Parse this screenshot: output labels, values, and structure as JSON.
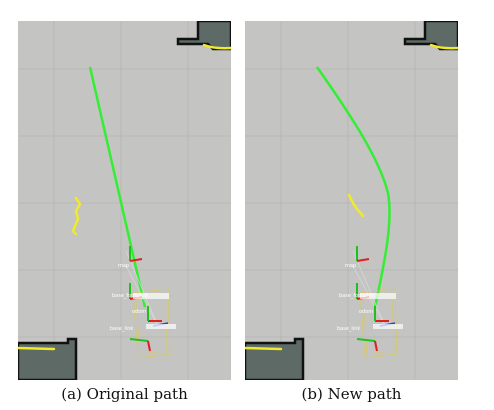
{
  "colors": {
    "map_background": "#c4c4c2",
    "grid": "#b4b4b2",
    "obstacle_fill": "#5d6a66",
    "obstacle_edge": "#111111",
    "path": "#33ee33",
    "laser_points": "#f0ea2a",
    "footprint": "#d8c864",
    "axis_x": "#e02020",
    "axis_y": "#20c020",
    "axis_z": "#2040e0"
  },
  "icons": [
    "robot-footprint-icon",
    "tf-frame-axes-icon"
  ],
  "panels": [
    {
      "id": "original",
      "caption": "(a) Original path",
      "tf_labels": [
        "map",
        "base_footprint",
        "odom",
        "base_link"
      ]
    },
    {
      "id": "new",
      "caption": "(b) New path",
      "tf_labels": [
        "map",
        "base_footprint",
        "odom",
        "base_link"
      ]
    }
  ]
}
